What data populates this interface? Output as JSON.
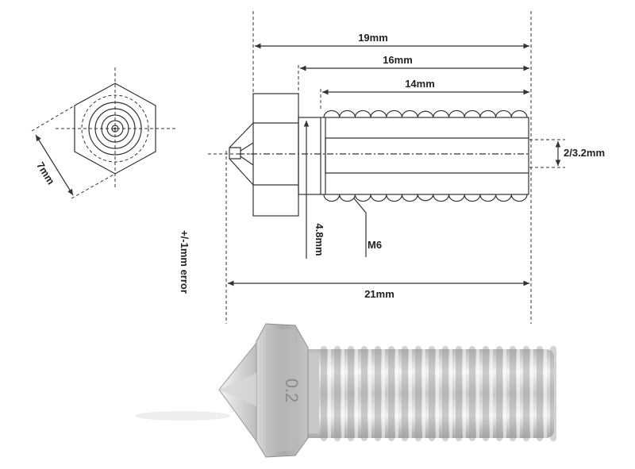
{
  "dimensions": {
    "length_19": "19mm",
    "length_16": "16mm",
    "length_14": "14mm",
    "length_21": "21mm",
    "bore": "2/3.2mm",
    "hex_width": "7mm",
    "nozzle_depth": "4.8mm",
    "thread": "M6"
  },
  "tolerance_note": "+/-1mm error",
  "nozzle_marking": "0.2"
}
